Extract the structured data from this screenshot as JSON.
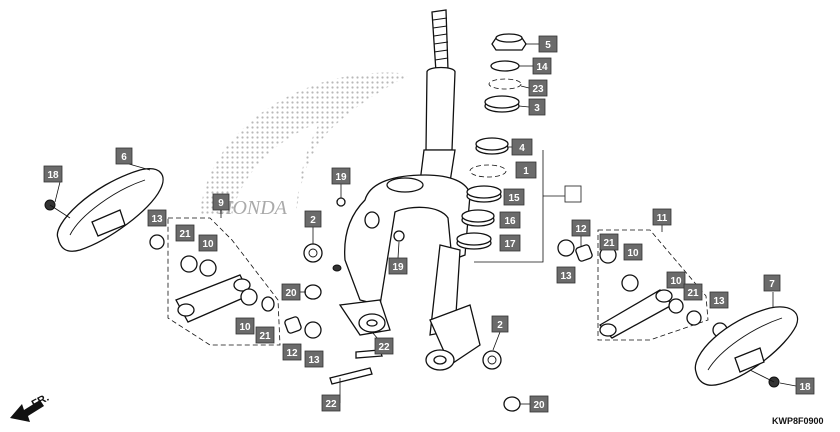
{
  "diagram": {
    "code": "KWP8F0900",
    "direction_label": "FR.",
    "brand_logo_text": "HONDA",
    "callouts": [
      {
        "id": "c5",
        "label": "5"
      },
      {
        "id": "c14",
        "label": "14"
      },
      {
        "id": "c23",
        "label": "23"
      },
      {
        "id": "c3",
        "label": "3"
      },
      {
        "id": "c4",
        "label": "4"
      },
      {
        "id": "c1",
        "label": "1"
      },
      {
        "id": "c15",
        "label": "15"
      },
      {
        "id": "c16",
        "label": "16"
      },
      {
        "id": "c17",
        "label": "17"
      },
      {
        "id": "c6",
        "label": "6"
      },
      {
        "id": "c18a",
        "label": "18"
      },
      {
        "id": "c9",
        "label": "9"
      },
      {
        "id": "c13a",
        "label": "13"
      },
      {
        "id": "c21a",
        "label": "21"
      },
      {
        "id": "c10a",
        "label": "10"
      },
      {
        "id": "c10b",
        "label": "10"
      },
      {
        "id": "c21b",
        "label": "21"
      },
      {
        "id": "c19a",
        "label": "19"
      },
      {
        "id": "c2a",
        "label": "2"
      },
      {
        "id": "c19b",
        "label": "19"
      },
      {
        "id": "c20a",
        "label": "20"
      },
      {
        "id": "c12a",
        "label": "12"
      },
      {
        "id": "c13b",
        "label": "13"
      },
      {
        "id": "c22a",
        "label": "22"
      },
      {
        "id": "c22b",
        "label": "22"
      },
      {
        "id": "c2b",
        "label": "2"
      },
      {
        "id": "c20b",
        "label": "20"
      },
      {
        "id": "c12b",
        "label": "12"
      },
      {
        "id": "c13c",
        "label": "13"
      },
      {
        "id": "c11",
        "label": "11"
      },
      {
        "id": "c21c",
        "label": "21"
      },
      {
        "id": "c10c",
        "label": "10"
      },
      {
        "id": "c10d",
        "label": "10"
      },
      {
        "id": "c21d",
        "label": "21"
      },
      {
        "id": "c13d",
        "label": "13"
      },
      {
        "id": "c7",
        "label": "7"
      },
      {
        "id": "c18b",
        "label": "18"
      }
    ]
  }
}
